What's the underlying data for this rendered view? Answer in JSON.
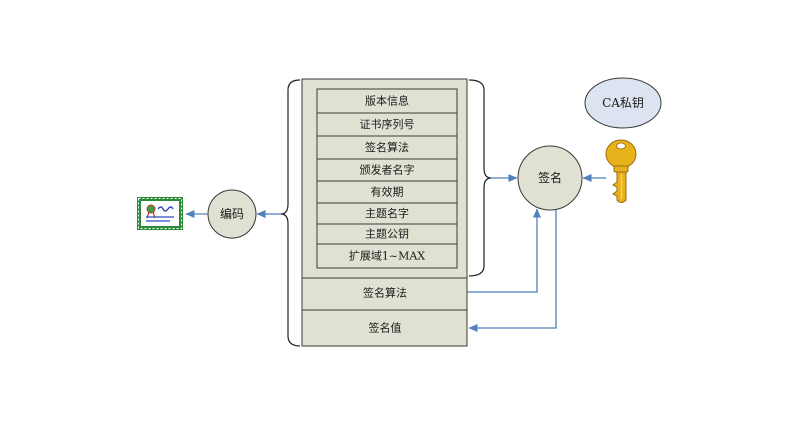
{
  "diagram": {
    "tbs_fields": [
      "版本信息",
      "证书序列号",
      "签名算法",
      "颁发者名字",
      "有效期",
      "主题名字",
      "主题公钥",
      "扩展域1~MAX"
    ],
    "signature_algorithm_label": "签名算法",
    "signature_value_label": "签名值",
    "sign_node_label": "签名",
    "encode_node_label": "编码",
    "ca_private_key_label": "CA私钥"
  },
  "icons": {
    "certificate": "certificate-icon",
    "key": "key-icon"
  },
  "colors": {
    "box_fill": "#e0e1d2",
    "node_fill": "#e0e1d2",
    "ca_key_fill": "#dde4f1",
    "arrow": "#4f81bd",
    "key_gold": "#e8b21c",
    "cert_border": "#2e8b3a"
  }
}
